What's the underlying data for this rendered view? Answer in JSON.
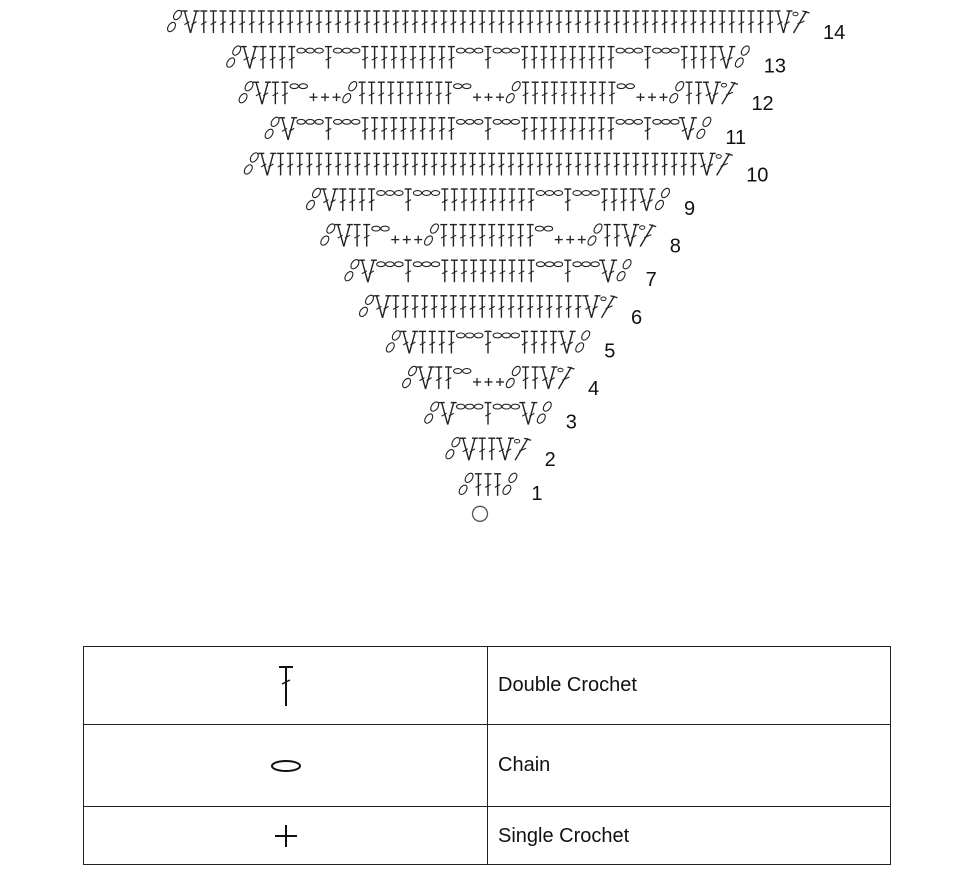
{
  "diagram": {
    "rows": [
      {
        "number": "1",
        "stitches": [
          "ch4",
          "dc",
          "dc",
          "dc",
          "start"
        ]
      },
      {
        "number": "2",
        "stitches": [
          "ch4",
          "V",
          "dc",
          "dc",
          "V",
          "turn"
        ]
      },
      {
        "number": "3",
        "stitches": [
          "ch4",
          "V",
          "ch3",
          "dc",
          "ch3",
          "V",
          "ch4"
        ]
      },
      {
        "number": "4",
        "stitches": [
          "ch4",
          "V",
          "dc",
          "dc",
          "ch2",
          "sc",
          "sc",
          "sc",
          "ch4",
          "dc",
          "dc",
          "V",
          "turn"
        ]
      },
      {
        "number": "5",
        "stitches": [
          "ch4",
          "V",
          "dc",
          "dc",
          "dc",
          "dc",
          "ch3",
          "dc",
          "ch3",
          "dc",
          "dc",
          "dc",
          "dc",
          "V",
          "ch4"
        ]
      },
      {
        "number": "6",
        "stitches": [
          "ch4",
          "V",
          "dc*20",
          "V",
          "turn"
        ]
      },
      {
        "number": "7",
        "stitches": [
          "ch4",
          "V",
          "ch3",
          "dc",
          "ch3",
          "dc*10",
          "ch3",
          "dc",
          "ch3",
          "V",
          "ch4"
        ]
      },
      {
        "number": "8",
        "stitches": [
          "ch4",
          "V",
          "dc",
          "dc",
          "ch2",
          "sc",
          "sc",
          "sc",
          "ch4",
          "dc*10",
          "ch2",
          "sc",
          "sc",
          "sc",
          "ch4",
          "dc",
          "dc",
          "V",
          "turn"
        ]
      },
      {
        "number": "9",
        "stitches": [
          "ch4",
          "V",
          "dc*4",
          "ch3",
          "dc",
          "ch3",
          "dc*10",
          "ch3",
          "dc",
          "ch3",
          "dc*4",
          "V",
          "ch4"
        ]
      },
      {
        "number": "10",
        "stitches": [
          "ch4",
          "V",
          "dc*44",
          "V",
          "turn"
        ]
      },
      {
        "number": "11",
        "stitches": [
          "ch4",
          "V",
          "ch3",
          "dc",
          "ch3",
          "dc*10",
          "ch3",
          "dc",
          "ch3",
          "dc*10",
          "ch3",
          "dc",
          "ch3",
          "V",
          "ch4"
        ]
      },
      {
        "number": "12",
        "stitches": [
          "ch4",
          "V",
          "dc",
          "dc",
          "ch2",
          "sc",
          "sc",
          "sc",
          "ch4",
          "dc*10",
          "ch2",
          "sc",
          "sc",
          "sc",
          "ch4",
          "dc*10",
          "ch2",
          "sc",
          "sc",
          "sc",
          "ch4",
          "dc",
          "dc",
          "V",
          "turn"
        ]
      },
      {
        "number": "13",
        "stitches": [
          "ch4",
          "V",
          "dc*4",
          "ch3",
          "dc",
          "ch3",
          "dc*10",
          "ch3",
          "dc",
          "ch3",
          "dc*10",
          "ch3",
          "dc",
          "ch3",
          "dc*4",
          "V",
          "ch4"
        ]
      },
      {
        "number": "14",
        "stitches": [
          "ch4",
          "V",
          "dc*60",
          "V",
          "turn"
        ]
      }
    ]
  },
  "legend": {
    "items": [
      {
        "symbol": "double-crochet",
        "label": "Double Crochet"
      },
      {
        "symbol": "chain",
        "label": "Chain"
      },
      {
        "symbol": "single-crochet",
        "label": "Single Crochet"
      }
    ]
  }
}
